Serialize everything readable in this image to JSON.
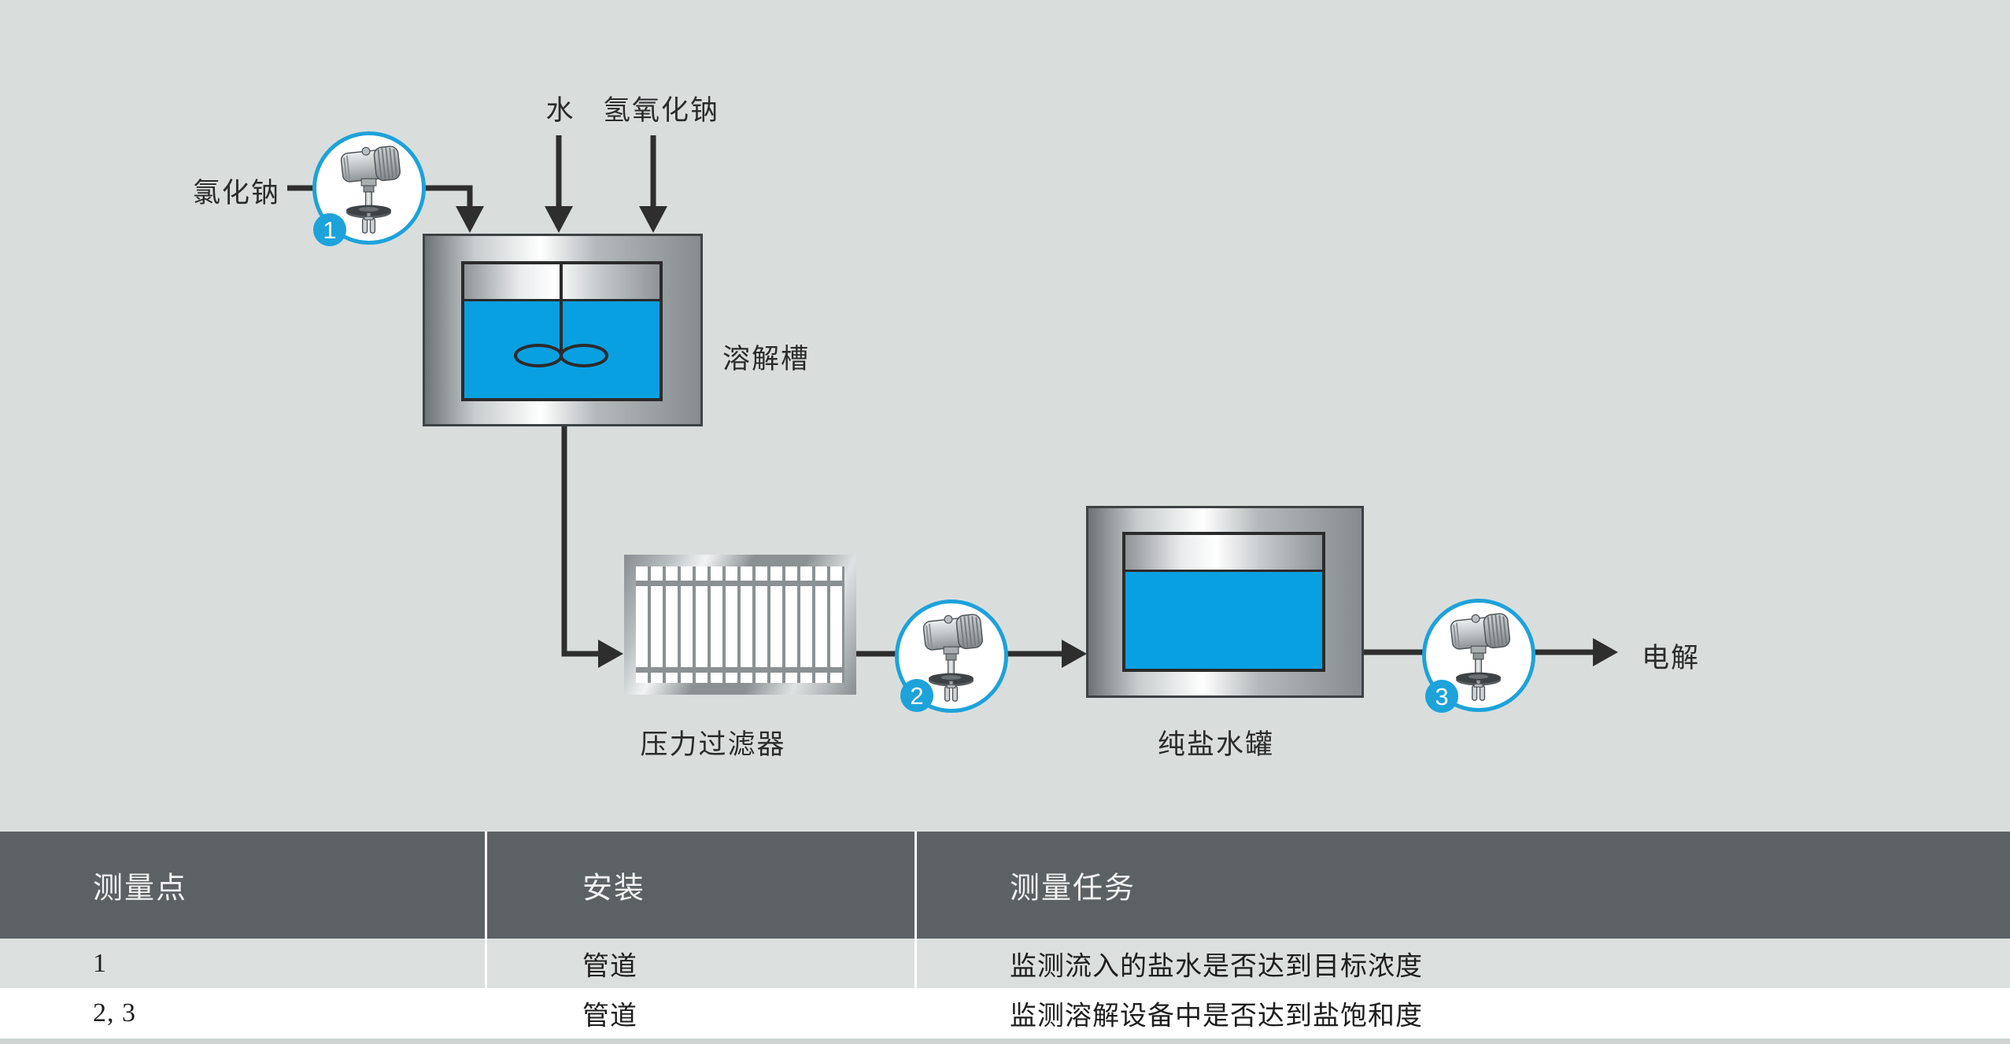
{
  "diagram": {
    "labels": {
      "water": "水",
      "sodium_hydroxide": "氢氧化钠",
      "sodium_chloride": "氯化钠",
      "dissolution_tank": "溶解槽",
      "pressure_filter": "压力过滤器",
      "pure_brine_tank": "纯盐水罐",
      "electrolysis": "电解"
    },
    "measurement_points": [
      {
        "id": "1"
      },
      {
        "id": "2"
      },
      {
        "id": "3"
      }
    ],
    "colors": {
      "background": "#d9dedd",
      "liquid_blue": "#09a0e2",
      "accent_blue": "#1ea2da",
      "pipe_black": "#2e2e2e",
      "table_header_gray": "#5c6163"
    }
  },
  "table": {
    "headers": {
      "point": "测量点",
      "installation": "安装",
      "task": "测量任务"
    },
    "rows": [
      {
        "point": "1",
        "installation": "管道",
        "task": "监测流入的盐水是否达到目标浓度"
      },
      {
        "point": "2, 3",
        "installation": "管道",
        "task": "监测溶解设备中是否达到盐饱和度"
      }
    ]
  }
}
